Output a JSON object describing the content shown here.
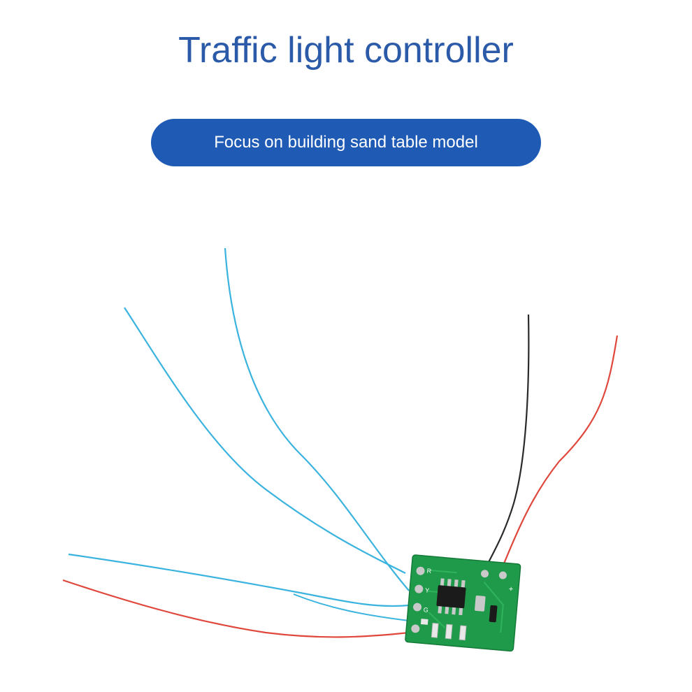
{
  "header": {
    "title": "Traffic light controller",
    "subtitle": "Focus on building sand table model"
  },
  "product_photo": {
    "subject": "pcb-module-with-wires",
    "colors": {
      "board": "#1f9a4a",
      "blue_wire": "#3bb3df",
      "red_wire": "#e0473c",
      "black_wire": "#2a2a2a",
      "chip": "#1b1b1b",
      "pad": "#c9c9c9"
    },
    "board_markings": [
      "R",
      "Y",
      "G",
      "+"
    ]
  },
  "colors": {
    "title": "#2b5aa8",
    "pill": "#1f5bb5"
  }
}
